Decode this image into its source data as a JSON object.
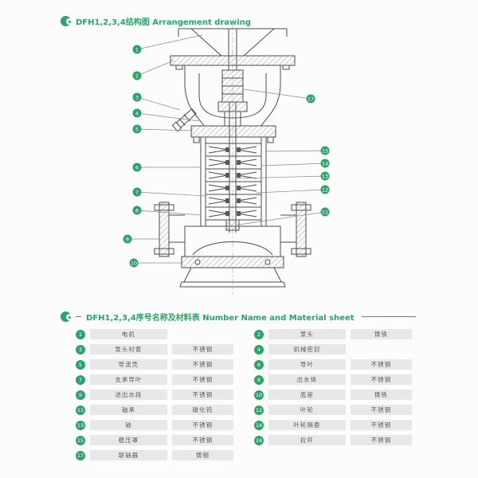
{
  "colors": {
    "accent": "#2fa26b",
    "row_bg": "#e8e8e8",
    "line": "#4d4d4d"
  },
  "top_section": {
    "title_cn": "DFH1,2,3,4结构图",
    "title_en": "Arrangement drawing",
    "callouts_left": [
      "1",
      "2",
      "3",
      "4",
      "5",
      "6",
      "7",
      "8",
      "9",
      "10"
    ],
    "callouts_right": [
      "17",
      "15",
      "14",
      "13",
      "12",
      "11"
    ]
  },
  "table_section": {
    "title_cn": "DFH1,2,3,4序号名称及材料表",
    "title_en": "Number  Name and Material sheet",
    "left_rows": [
      {
        "num": "1",
        "name": "电机",
        "material": ""
      },
      {
        "num": "3",
        "name": "泵头衬套",
        "material": "不锈钢"
      },
      {
        "num": "5",
        "name": "导流壳",
        "material": "不锈钢"
      },
      {
        "num": "7",
        "name": "支承导叶",
        "material": "不锈钢"
      },
      {
        "num": "9",
        "name": "进出水段",
        "material": "不锈钢"
      },
      {
        "num": "11",
        "name": "轴承",
        "material": "碳化钨"
      },
      {
        "num": "13",
        "name": "轴",
        "material": "不锈钢"
      },
      {
        "num": "15",
        "name": "稳压罩",
        "material": "不锈钢"
      },
      {
        "num": "17",
        "name": "联轴器",
        "material": "铸钢"
      }
    ],
    "right_rows": [
      {
        "num": "2",
        "name": "泵头",
        "material": "铸铁"
      },
      {
        "num": "4",
        "name": "机械密封",
        "material": ""
      },
      {
        "num": "6",
        "name": "导叶",
        "material": "不锈钢"
      },
      {
        "num": "8",
        "name": "出水体",
        "material": "不锈钢"
      },
      {
        "num": "10",
        "name": "底座",
        "material": "铸铁"
      },
      {
        "num": "12",
        "name": "叶轮",
        "material": "不锈钢"
      },
      {
        "num": "14",
        "name": "叶轮隔套",
        "material": "不锈钢"
      },
      {
        "num": "16",
        "name": "拉杆",
        "material": "不锈钢"
      }
    ]
  }
}
